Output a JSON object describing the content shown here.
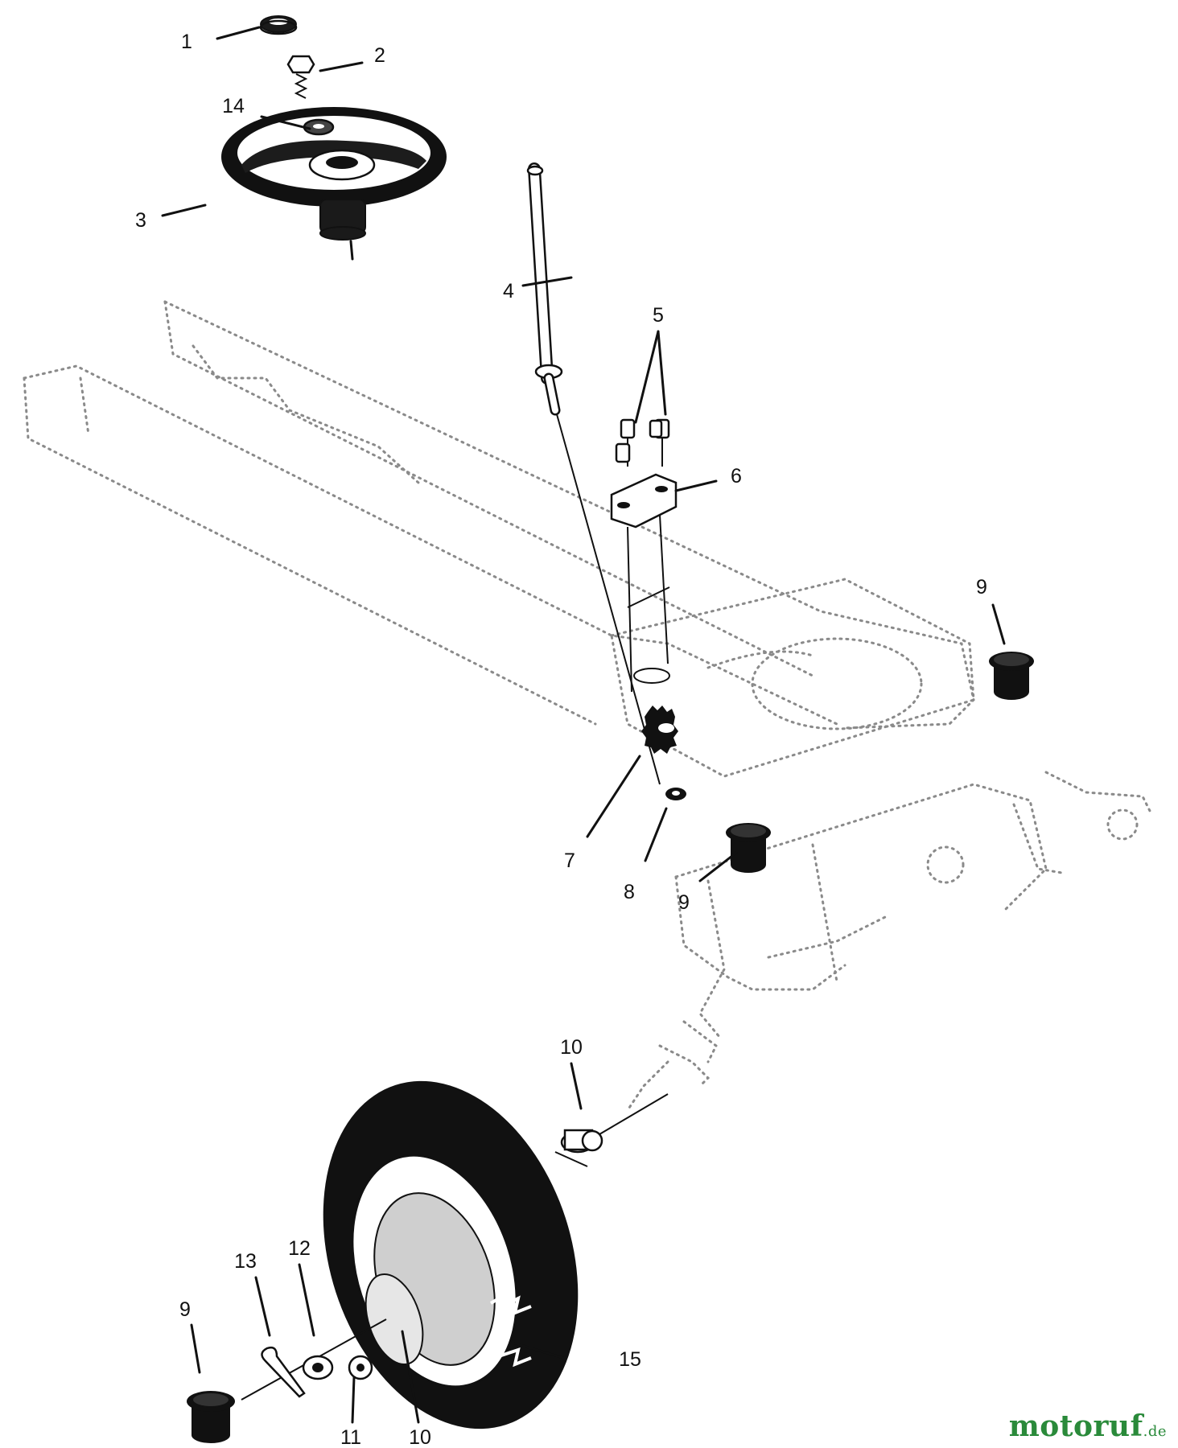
{
  "callouts": [
    {
      "id": "c1",
      "label": "1"
    },
    {
      "id": "c2",
      "label": "2"
    },
    {
      "id": "c14",
      "label": "14"
    },
    {
      "id": "c3",
      "label": "3"
    },
    {
      "id": "c4",
      "label": "4"
    },
    {
      "id": "c5",
      "label": "5"
    },
    {
      "id": "c6",
      "label": "6"
    },
    {
      "id": "c9a",
      "label": "9"
    },
    {
      "id": "c7",
      "label": "7"
    },
    {
      "id": "c8",
      "label": "8"
    },
    {
      "id": "c9b",
      "label": "9"
    },
    {
      "id": "c10a",
      "label": "10"
    },
    {
      "id": "c12",
      "label": "12"
    },
    {
      "id": "c13",
      "label": "13"
    },
    {
      "id": "c9c",
      "label": "9"
    },
    {
      "id": "c15",
      "label": "15"
    },
    {
      "id": "c11",
      "label": "11"
    },
    {
      "id": "c10b",
      "label": "10"
    }
  ],
  "brand": {
    "text": "motoruf",
    "tld": ".de"
  }
}
